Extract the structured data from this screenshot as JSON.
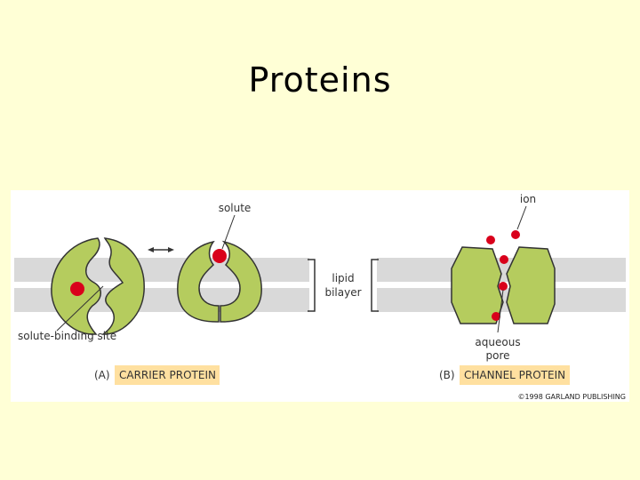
{
  "slide": {
    "title": "Proteins"
  },
  "figure": {
    "labels": {
      "solute": "solute",
      "solute_binding_site": "solute-binding site",
      "lipid_bilayer_line1": "lipid",
      "lipid_bilayer_line2": "bilayer",
      "ion": "ion",
      "aqueous_pore_line1": "aqueous",
      "aqueous_pore_line2": "pore",
      "panel_a_letter": "(A)",
      "panel_a_title": "CARRIER PROTEIN",
      "panel_b_letter": "(B)",
      "panel_b_title": "CHANNEL PROTEIN",
      "copyright": "©1998 GARLAND PUBLISHING"
    },
    "colors": {
      "protein": "#b5cc5e",
      "solute": "#d9001b",
      "membrane": "#d9d9d9",
      "tag_bg": "#ffe0a0"
    }
  }
}
